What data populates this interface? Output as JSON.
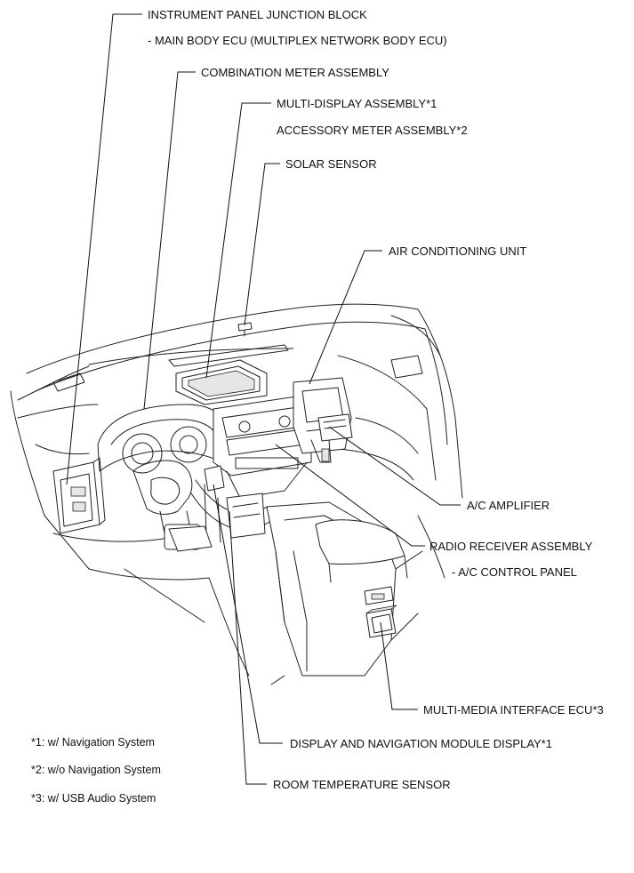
{
  "labels": {
    "junction_block": "INSTRUMENT PANEL JUNCTION BLOCK",
    "main_body_ecu": "- MAIN BODY ECU (MULTIPLEX NETWORK BODY ECU)",
    "combination_meter": "COMBINATION METER ASSEMBLY",
    "multi_display": "MULTI-DISPLAY ASSEMBLY*1",
    "accessory_meter": "ACCESSORY METER ASSEMBLY*2",
    "solar_sensor": "SOLAR SENSOR",
    "air_conditioning": "AIR CONDITIONING UNIT",
    "ac_amplifier": "A/C AMPLIFIER",
    "radio_receiver": "RADIO RECEIVER ASSEMBLY",
    "ac_control_panel": "- A/C CONTROL PANEL",
    "multimedia_ecu": "MULTI-MEDIA INTERFACE ECU*3",
    "display_nav_module": "DISPLAY AND NAVIGATION MODULE DISPLAY*1",
    "room_temp_sensor": "ROOM TEMPERATURE SENSOR"
  },
  "notes": [
    "*1: w/ Navigation System",
    "*2: w/o Navigation System",
    "*3: w/ USB Audio System"
  ]
}
